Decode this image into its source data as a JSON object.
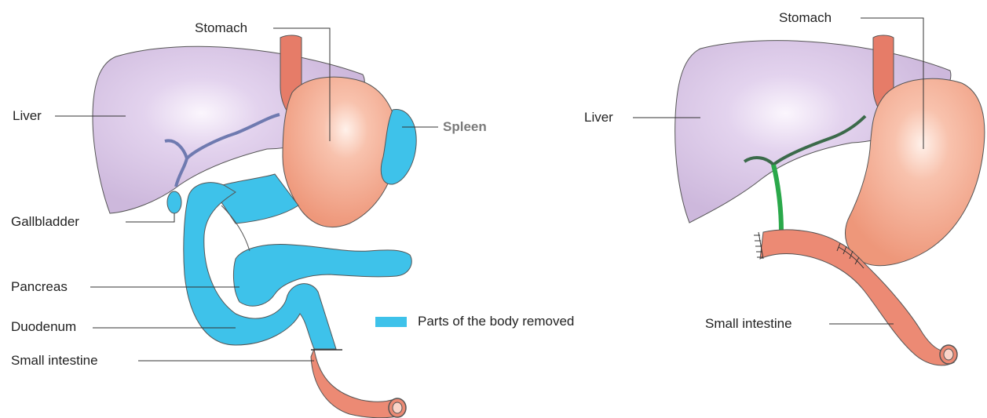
{
  "left_panel": {
    "labels": {
      "stomach": "Stomach",
      "liver": "Liver",
      "spleen": "Spleen",
      "gallbladder": "Gallbladder",
      "pancreas": "Pancreas",
      "duodenum": "Duodenum",
      "small_intestine": "Small intestine"
    }
  },
  "legend": {
    "label": "Parts of the body removed",
    "color": "#3ec2ea"
  },
  "right_panel": {
    "labels": {
      "stomach": "Stomach",
      "liver": "Liver",
      "small_intestine": "Small intestine"
    }
  },
  "colors": {
    "liver": "#d9c8e6",
    "stomach": "#f2a588",
    "removed": "#3ec2ea",
    "intestine": "#ec8a74",
    "bile_duct": "#2aa84a"
  }
}
